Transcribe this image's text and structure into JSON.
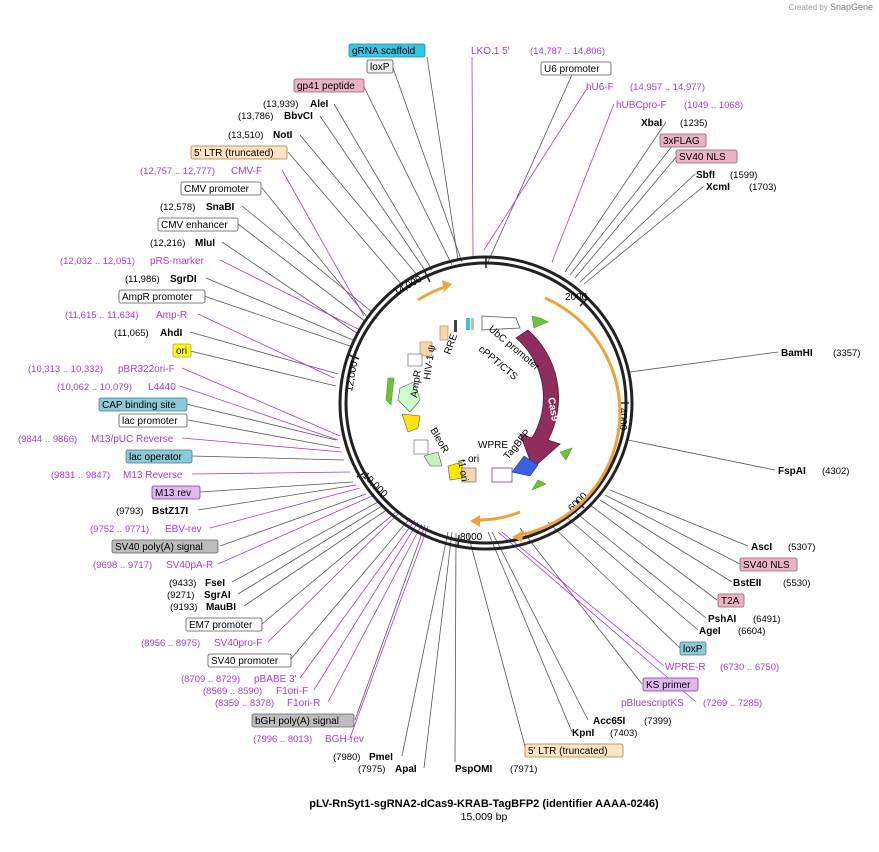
{
  "brand": {
    "created_by": "Created by",
    "name": "SnapGene"
  },
  "title": "pLV-RnSyt1-sgRNA2-dCas9-KRAB-TagBFP2 (identifier AAAA-0246)",
  "subtitle": "15,009 bp",
  "ring_ticks": [
    "2000",
    "4000",
    "6000",
    "8000",
    "10,000",
    "12,000",
    "14,000"
  ],
  "colors": {
    "cas9": "#8e2d5e",
    "tagbfp": "#3a5fe0",
    "gold_arrow": "#e8a63a",
    "green_arrow": "#6fc23b",
    "bleor": "#c8f0c0",
    "ampr": "#ccffcc",
    "f1ori": "#ffe600",
    "primer": "#a33ccf",
    "grna": "#33c6e6"
  },
  "inner_features": [
    "RRE",
    "HIV-1 ψ",
    "AmpR",
    "cPPT/CTS",
    "UbC promoter",
    "Cas9",
    "BleoR",
    "f1 ori",
    "WPRE",
    "TagBFP",
    "ori"
  ],
  "labels": {
    "grna_scaffold": "gRNA scaffold",
    "loxp_top": "loxP",
    "gp41": "gp41 peptide",
    "alei": "AleI",
    "alei_pos": "(13,939)",
    "bbvci": "BbvCI",
    "bbvci_pos": "(13,786)",
    "noti": "NotI",
    "noti_pos": "(13,510)",
    "ltr5_top": "5' LTR (truncated)",
    "cmvf": "CMV-F",
    "cmvf_pos": "(12,757 .. 12,777)",
    "cmv_promoter": "CMV promoter",
    "snabi": "SnaBI",
    "snabi_pos": "(12,578)",
    "cmv_enhancer": "CMV enhancer",
    "mlui": "MluI",
    "mlui_pos": "(12,216)",
    "prs": "pRS-marker",
    "prs_pos": "(12,032 .. 12,051)",
    "sgrdi": "SgrDI",
    "sgrdi_pos": "(11,986)",
    "ampr_promoter": "AmpR promoter",
    "ampr_primer": "Amp-R",
    "ampr_primer_pos": "(11,615 .. 11,634)",
    "ahdi": "AhdI",
    "ahdi_pos": "(11,065)",
    "ori": "ori",
    "pbr322": "pBR322ori-F",
    "pbr322_pos": "(10,313 .. 10,332)",
    "l4440": "L4440",
    "l4440_pos": "(10,062 .. 10,079)",
    "cap": "CAP binding site",
    "lac_promoter": "lac promoter",
    "m13puc": "M13/pUC Reverse",
    "m13puc_pos": "(9844 .. 9866)",
    "lac_operator": "lac operator",
    "m13rev_primer": "M13 Reverse",
    "m13rev_primer_pos": "(9831 .. 9847)",
    "m13rev": "M13 rev",
    "bstz17i": "BstZ17I",
    "bstz17i_pos": "(9793)",
    "ebvrev": "EBV-rev",
    "ebvrev_pos": "(9752 .. 9771)",
    "sv40pa": "SV40 poly(A) signal",
    "sv40par": "SV40pA-R",
    "sv40par_pos": "(9698 .. 9717)",
    "fsei": "FseI",
    "fsei_pos": "(9433)",
    "sgrai": "SgrAI",
    "sgrai_pos": "(9271)",
    "maubi": "MauBI",
    "maubi_pos": "(9193)",
    "em7": "EM7 promoter",
    "sv40prof": "SV40pro-F",
    "sv40prof_pos": "(8956 .. 8975)",
    "sv40_promoter": "SV40 promoter",
    "pbabe": "pBABE 3'",
    "pbabe_pos": "(8709 .. 8729)",
    "f1orif": "F1ori-F",
    "f1orif_pos": "(8569 .. 8590)",
    "f1orir": "F1ori-R",
    "f1orir_pos": "(8359 .. 8378)",
    "bgh": "bGH poly(A) signal",
    "bghrev": "BGH-rev",
    "bghrev_pos": "(7996 .. 8013)",
    "pmei": "PmeI",
    "pmei_pos": "(7980)",
    "apai": "ApaI",
    "apai_pos": "(7975)",
    "pspomi": "PspOMI",
    "pspomi_pos": "(7971)",
    "lko": "LKO.1 5'",
    "lko_pos": "(14,787 .. 14,806)",
    "u6": "U6 promoter",
    "hu6f": "hU6-F",
    "hu6f_pos": "(14,957 .. 14,977)",
    "hubc": "hUBCpro-F",
    "hubc_pos": "(1049 .. 1068)",
    "xbai": "XbaI",
    "xbai_pos": "(1235)",
    "flag": "3xFLAG",
    "sv40nls_top": "SV40 NLS",
    "sbfi": "SbfI",
    "sbfi_pos": "(1599)",
    "xcmi": "XcmI",
    "xcmi_pos": "(1703)",
    "bamhi": "BamHI",
    "bamhi_pos": "(3357)",
    "fspai": "FspAI",
    "fspai_pos": "(4302)",
    "asci": "AscI",
    "asci_pos": "(5307)",
    "sv40nls_bot": "SV40 NLS",
    "bsteii": "BstEII",
    "bsteii_pos": "(5530)",
    "t2a": "T2A",
    "pshai": "PshAI",
    "pshai_pos": "(6491)",
    "agei": "AgeI",
    "agei_pos": "(6604)",
    "loxp_bot": "loxP",
    "wprer": "WPRE-R",
    "wprer_pos": "(6730 .. 6750)",
    "ks": "KS primer",
    "pbks": "pBluescriptKS",
    "pbks_pos": "(7269 .. 7285)",
    "acc65i": "Acc65I",
    "acc65i_pos": "(7399)",
    "kpni": "KpnI",
    "kpni_pos": "(7403)",
    "ltr5_bot": "5' LTR (truncated)"
  }
}
